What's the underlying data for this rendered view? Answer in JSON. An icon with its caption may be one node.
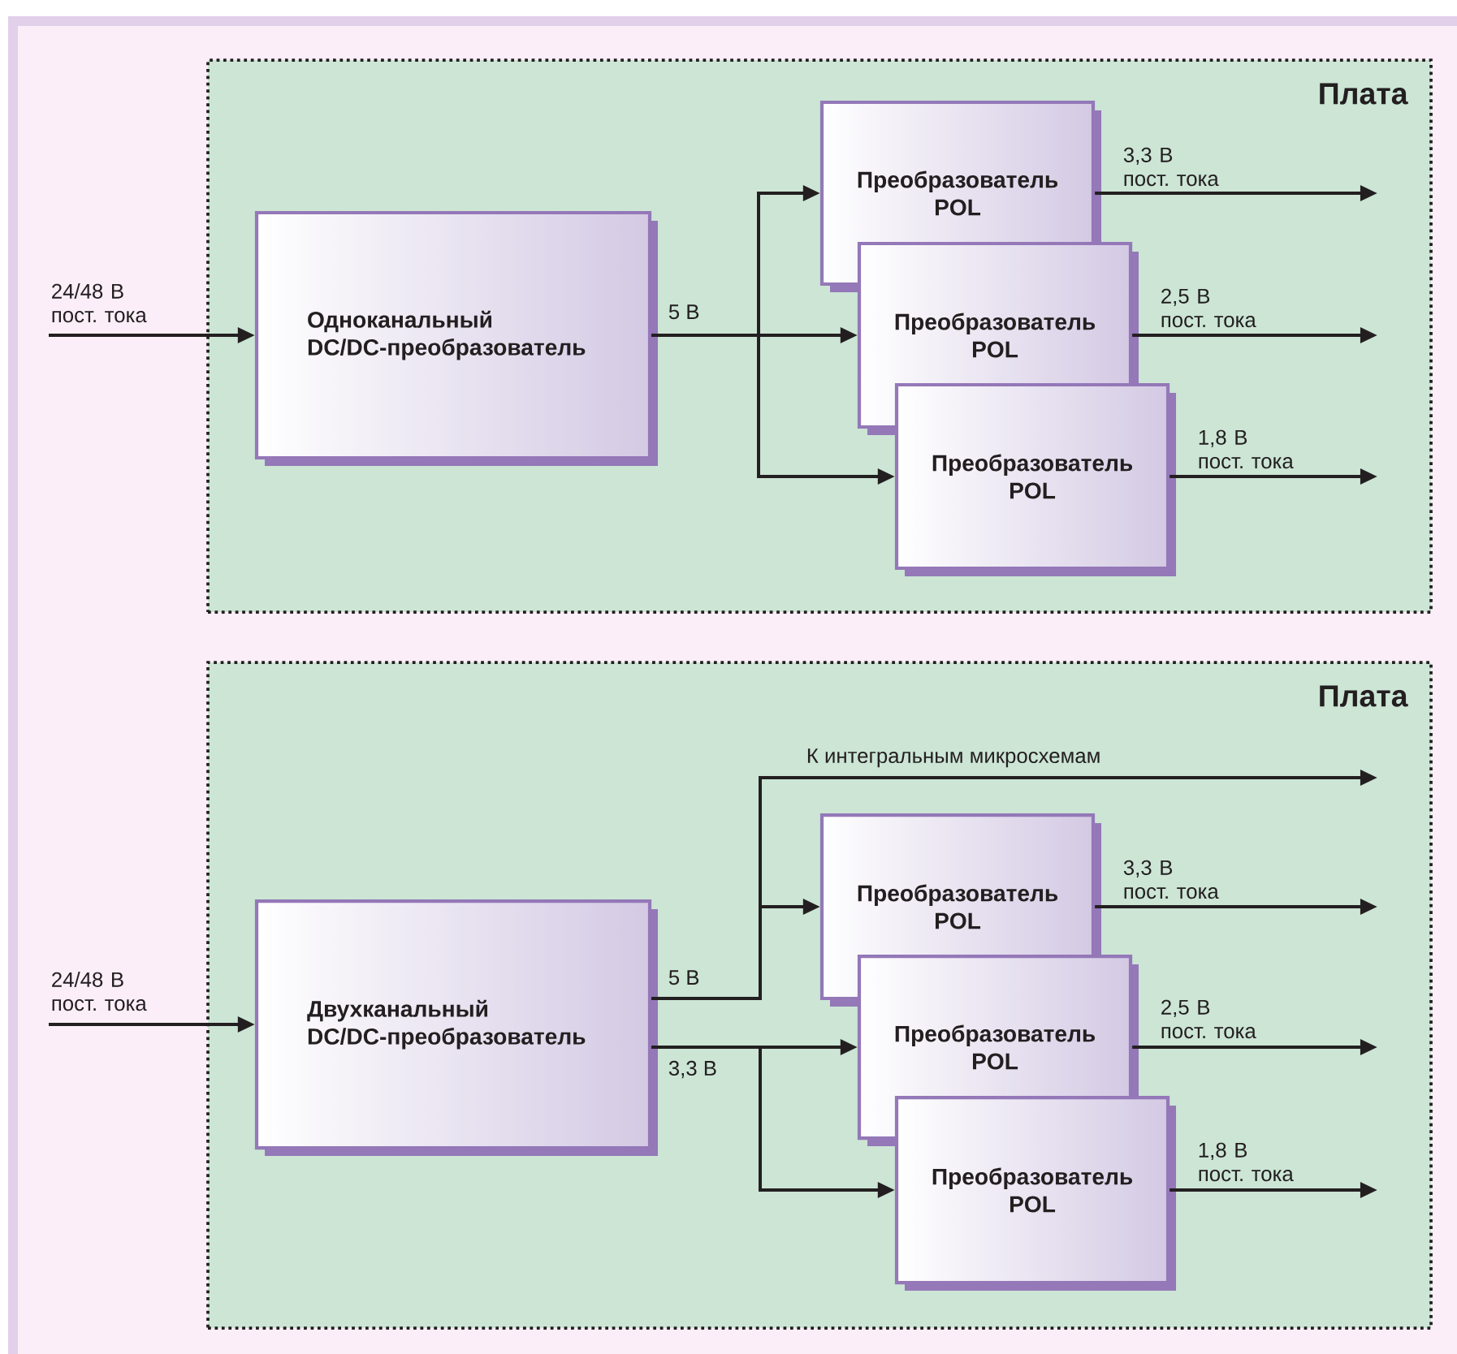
{
  "diagram": {
    "nodes": [
      {
        "text": [
          "Плата"
        ]
      },
      {
        "text": [
          "Одноканальный DC/DC-преобразователь"
        ],
        "in": 0
      },
      {
        "text": [
          "Преобразователь POL"
        ],
        "in": 0
      },
      {
        "text": [
          "Преобразователь POL"
        ],
        "in": 0
      },
      {
        "text": [
          "Преобразователь POL"
        ],
        "in": 0
      },
      {
        "text": [
          "Плата"
        ]
      },
      {
        "text": [
          "Двухканальный DC/DC-преобразователь"
        ],
        "in": 5
      },
      {
        "text": [
          "Преобразователь POL"
        ],
        "in": 5
      },
      {
        "text": [
          "Преобразователь POL"
        ],
        "in": 5
      },
      {
        "text": [
          "Преобразователь POL"
        ],
        "in": 5
      }
    ],
    "edges": [
      {
        "from": null,
        "to": 1,
        "arrow": "to",
        "label": "24/48 В пост. тока"
      },
      {
        "from": 1,
        "to": 2,
        "arrow": "to",
        "label": "5 В"
      },
      {
        "from": 1,
        "to": 3,
        "arrow": "to"
      },
      {
        "from": 1,
        "to": 4,
        "arrow": "to"
      },
      {
        "from": 2,
        "to": null,
        "arrow": "to",
        "label": "3,3 В пост. тока"
      },
      {
        "from": 3,
        "to": null,
        "arrow": "to",
        "label": "2,5 В пост. тока"
      },
      {
        "from": 4,
        "to": null,
        "arrow": "to",
        "label": "1,8 В пост. тока"
      },
      {
        "from": null,
        "to": 6,
        "arrow": "to",
        "label": "24/48 В пост. тока"
      },
      {
        "from": 6,
        "to": null,
        "arrow": "to",
        "label": "К интегральным микросхемам"
      },
      {
        "from": 6,
        "to": 7,
        "arrow": "to",
        "label": "5 В"
      },
      {
        "from": 6,
        "to": 8,
        "arrow": "to",
        "label": "3,3 В"
      },
      {
        "from": 6,
        "to": 9,
        "arrow": "to"
      },
      {
        "from": 7,
        "to": null,
        "arrow": "to",
        "label": "3,3 В пост. тока"
      },
      {
        "from": 8,
        "to": null,
        "arrow": "to",
        "label": "2,5 В пост. тока"
      },
      {
        "from": 9,
        "to": null,
        "arrow": "to",
        "label": "1,8 В пост. тока"
      }
    ]
  }
}
